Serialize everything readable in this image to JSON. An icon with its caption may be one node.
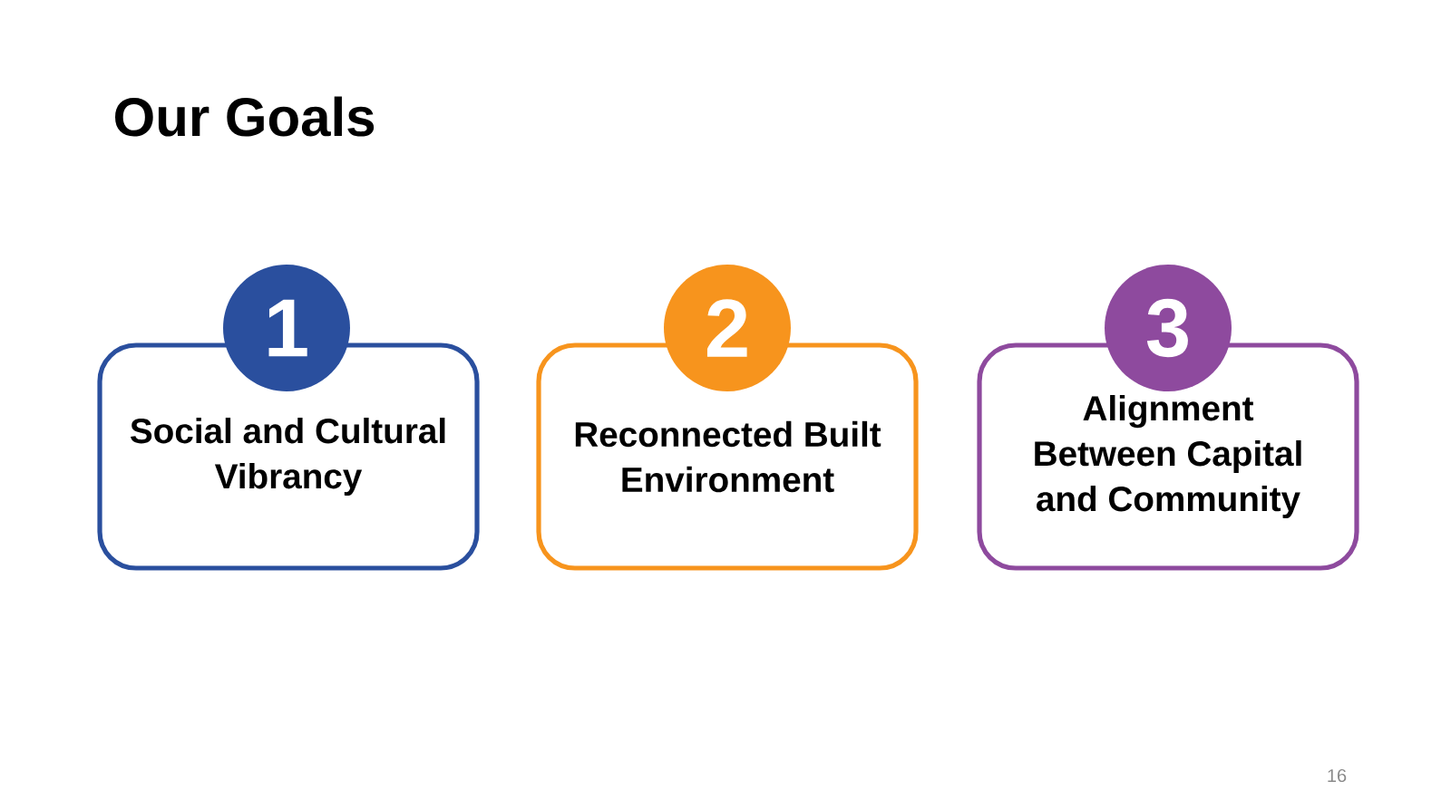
{
  "diagram": {
    "title": "Our Goals",
    "nodes": [
      {
        "text": [
          "1"
        ]
      },
      {
        "text": [
          "Social and Cultural Vibrancy"
        ]
      },
      {
        "text": [
          "2"
        ]
      },
      {
        "text": [
          "Reconnected Built Environment"
        ]
      },
      {
        "text": [
          "3"
        ]
      },
      {
        "text": [
          "Alignment Between Capital and Community"
        ]
      }
    ],
    "labels": [
      "16"
    ]
  }
}
